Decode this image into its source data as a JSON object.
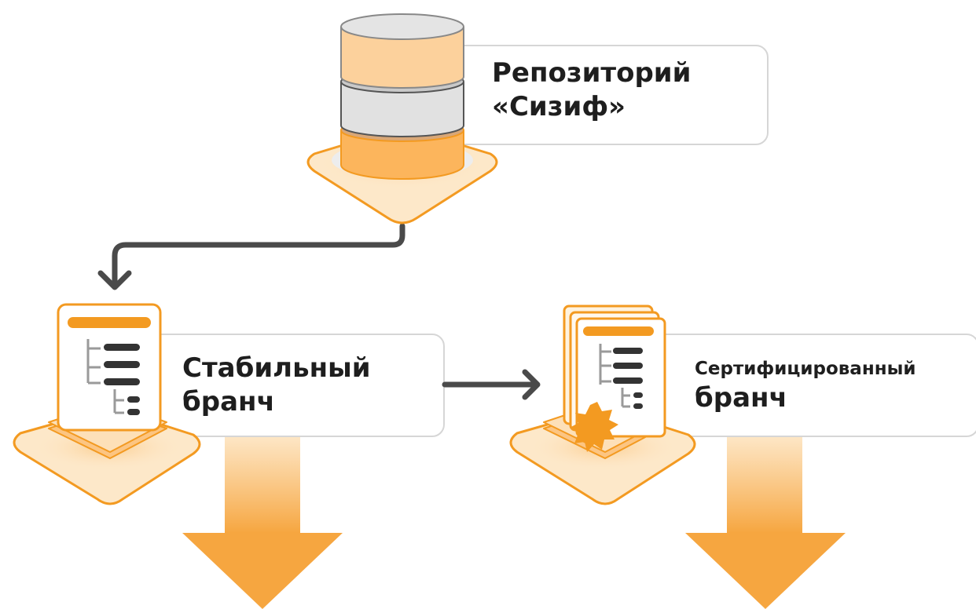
{
  "nodes": {
    "repository": {
      "line1": "Репозиторий",
      "line2": "«Сизиф»"
    },
    "stable_branch": {
      "line1": "Стабильный",
      "line2": "бранч"
    },
    "certified_branch": {
      "line1": "Сертифицированный",
      "line2": "бранч"
    }
  },
  "icons": {
    "repository": "database-icon",
    "stable_branch": "document-tree-icon",
    "certified_branch": "certified-document-icon"
  },
  "colors": {
    "accent": "#f39a21",
    "accent_light": "#fcc068",
    "accent_pale": "#fde7c9",
    "connector": "#4a4a4a",
    "card_border": "#d6d6d6",
    "text": "#1e1e1e"
  }
}
